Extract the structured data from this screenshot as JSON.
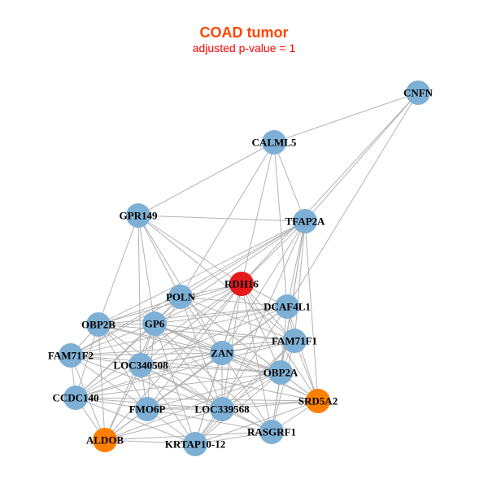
{
  "title": "COAD tumor",
  "subtitle": "adjusted p-value = 1",
  "colors": {
    "default": "#7eb0d5",
    "highlight": "#e41a1c",
    "secondary": "#ff7f00",
    "edge": "#b3b3b3"
  },
  "nodes": [
    {
      "id": "CNFN",
      "label": "CNFN",
      "group": "default"
    },
    {
      "id": "CALML5",
      "label": "CALML5",
      "group": "default"
    },
    {
      "id": "GPR149",
      "label": "GPR149",
      "group": "default"
    },
    {
      "id": "TFAP2A",
      "label": "TFAP2A",
      "group": "default"
    },
    {
      "id": "RDH16",
      "label": "RDH16",
      "group": "highlight"
    },
    {
      "id": "POLN",
      "label": "POLN",
      "group": "default"
    },
    {
      "id": "DCAF4L1",
      "label": "DCAF4L1",
      "group": "default"
    },
    {
      "id": "OBP2B",
      "label": "OBP2B",
      "group": "default"
    },
    {
      "id": "GP6",
      "label": "GP6",
      "group": "default"
    },
    {
      "id": "FAM71F1",
      "label": "FAM71F1",
      "group": "default"
    },
    {
      "id": "FAM71F2",
      "label": "FAM71F2",
      "group": "default"
    },
    {
      "id": "ZAN",
      "label": "ZAN",
      "group": "default"
    },
    {
      "id": "LOC340508",
      "label": "LOC340508",
      "group": "default"
    },
    {
      "id": "OBP2A",
      "label": "OBP2A",
      "group": "default"
    },
    {
      "id": "CCDC140",
      "label": "CCDC140",
      "group": "default"
    },
    {
      "id": "SRD5A2",
      "label": "SRD5A2",
      "group": "secondary"
    },
    {
      "id": "FMO6P",
      "label": "FMO6P",
      "group": "default"
    },
    {
      "id": "LOC339568",
      "label": "LOC339568",
      "group": "default"
    },
    {
      "id": "RASGRF1",
      "label": "RASGRF1",
      "group": "default"
    },
    {
      "id": "ALDOB",
      "label": "ALDOB",
      "group": "secondary"
    },
    {
      "id": "KRTAP10-12",
      "label": "KRTAP10-12",
      "group": "default"
    }
  ],
  "edges": [
    [
      "CNFN",
      "CALML5"
    ],
    [
      "CNFN",
      "TFAP2A"
    ],
    [
      "CNFN",
      "DCAF4L1"
    ],
    [
      "CNFN",
      "RDH16"
    ],
    [
      "CALML5",
      "GPR149"
    ],
    [
      "CALML5",
      "TFAP2A"
    ],
    [
      "CALML5",
      "POLN"
    ],
    [
      "CALML5",
      "RDH16"
    ],
    [
      "CALML5",
      "DCAF4L1"
    ],
    [
      "GPR149",
      "TFAP2A"
    ],
    [
      "GPR149",
      "POLN"
    ],
    [
      "GPR149",
      "GP6"
    ],
    [
      "GPR149",
      "OBP2B"
    ],
    [
      "GPR149",
      "ZAN"
    ],
    [
      "GPR149",
      "RDH16"
    ],
    [
      "GPR149",
      "LOC340508"
    ],
    [
      "GPR149",
      "FAM71F1"
    ],
    [
      "TFAP2A",
      "RDH16"
    ],
    [
      "TFAP2A",
      "POLN"
    ],
    [
      "TFAP2A",
      "DCAF4L1"
    ],
    [
      "TFAP2A",
      "GP6"
    ],
    [
      "TFAP2A",
      "ZAN"
    ],
    [
      "TFAP2A",
      "FAM71F1"
    ],
    [
      "TFAP2A",
      "OBP2A"
    ],
    [
      "TFAP2A",
      "SRD5A2"
    ],
    [
      "TFAP2A",
      "LOC339568"
    ],
    [
      "TFAP2A",
      "OBP2B"
    ],
    [
      "TFAP2A",
      "RASGRF1"
    ],
    [
      "TFAP2A",
      "FAM71F2"
    ],
    [
      "RDH16",
      "POLN"
    ],
    [
      "RDH16",
      "DCAF4L1"
    ],
    [
      "RDH16",
      "GP6"
    ],
    [
      "RDH16",
      "ZAN"
    ],
    [
      "RDH16",
      "OBP2B"
    ],
    [
      "RDH16",
      "LOC340508"
    ],
    [
      "RDH16",
      "FAM71F1"
    ],
    [
      "RDH16",
      "OBP2A"
    ],
    [
      "RDH16",
      "FMO6P"
    ],
    [
      "RDH16",
      "ALDOB"
    ],
    [
      "RDH16",
      "KRTAP10-12"
    ],
    [
      "RDH16",
      "LOC339568"
    ],
    [
      "RDH16",
      "RASGRF1"
    ],
    [
      "RDH16",
      "SRD5A2"
    ],
    [
      "RDH16",
      "CCDC140"
    ],
    [
      "POLN",
      "GP6"
    ],
    [
      "POLN",
      "OBP2B"
    ],
    [
      "POLN",
      "ZAN"
    ],
    [
      "POLN",
      "DCAF4L1"
    ],
    [
      "POLN",
      "FAM71F2"
    ],
    [
      "POLN",
      "LOC340508"
    ],
    [
      "POLN",
      "OBP2A"
    ],
    [
      "POLN",
      "FAM71F1"
    ],
    [
      "POLN",
      "CCDC140"
    ],
    [
      "POLN",
      "LOC339568"
    ],
    [
      "POLN",
      "SRD5A2"
    ],
    [
      "DCAF4L1",
      "GP6"
    ],
    [
      "DCAF4L1",
      "ZAN"
    ],
    [
      "DCAF4L1",
      "OBP2B"
    ],
    [
      "DCAF4L1",
      "FAM71F1"
    ],
    [
      "DCAF4L1",
      "OBP2A"
    ],
    [
      "DCAF4L1",
      "LOC340508"
    ],
    [
      "DCAF4L1",
      "FMO6P"
    ],
    [
      "DCAF4L1",
      "ALDOB"
    ],
    [
      "DCAF4L1",
      "KRTAP10-12"
    ],
    [
      "DCAF4L1",
      "SRD5A2"
    ],
    [
      "DCAF4L1",
      "FAM71F2"
    ],
    [
      "OBP2B",
      "GP6"
    ],
    [
      "OBP2B",
      "FAM71F2"
    ],
    [
      "OBP2B",
      "ZAN"
    ],
    [
      "OBP2B",
      "LOC340508"
    ],
    [
      "OBP2B",
      "FAM71F1"
    ],
    [
      "OBP2B",
      "CCDC140"
    ],
    [
      "OBP2B",
      "OBP2A"
    ],
    [
      "OBP2B",
      "FMO6P"
    ],
    [
      "OBP2B",
      "ALDOB"
    ],
    [
      "OBP2B",
      "LOC339568"
    ],
    [
      "GP6",
      "ZAN"
    ],
    [
      "GP6",
      "LOC340508"
    ],
    [
      "GP6",
      "FAM71F2"
    ],
    [
      "GP6",
      "FAM71F1"
    ],
    [
      "GP6",
      "OBP2A"
    ],
    [
      "GP6",
      "CCDC140"
    ],
    [
      "GP6",
      "FMO6P"
    ],
    [
      "GP6",
      "ALDOB"
    ],
    [
      "GP6",
      "KRTAP10-12"
    ],
    [
      "GP6",
      "LOC339568"
    ],
    [
      "GP6",
      "RASGRF1"
    ],
    [
      "GP6",
      "SRD5A2"
    ],
    [
      "FAM71F1",
      "ZAN"
    ],
    [
      "FAM71F1",
      "OBP2A"
    ],
    [
      "FAM71F1",
      "LOC340508"
    ],
    [
      "FAM71F1",
      "SRD5A2"
    ],
    [
      "FAM71F1",
      "LOC339568"
    ],
    [
      "FAM71F1",
      "FAM71F2"
    ],
    [
      "FAM71F1",
      "RASGRF1"
    ],
    [
      "FAM71F1",
      "KRTAP10-12"
    ],
    [
      "FAM71F1",
      "CCDC140"
    ],
    [
      "FAM71F2",
      "LOC340508"
    ],
    [
      "FAM71F2",
      "ZAN"
    ],
    [
      "FAM71F2",
      "CCDC140"
    ],
    [
      "FAM71F2",
      "FMO6P"
    ],
    [
      "FAM71F2",
      "ALDOB"
    ],
    [
      "FAM71F2",
      "OBP2A"
    ],
    [
      "FAM71F2",
      "LOC339568"
    ],
    [
      "ZAN",
      "LOC340508"
    ],
    [
      "ZAN",
      "OBP2A"
    ],
    [
      "ZAN",
      "LOC339568"
    ],
    [
      "ZAN",
      "FMO6P"
    ],
    [
      "ZAN",
      "CCDC140"
    ],
    [
      "ZAN",
      "SRD5A2"
    ],
    [
      "ZAN",
      "RASGRF1"
    ],
    [
      "ZAN",
      "KRTAP10-12"
    ],
    [
      "ZAN",
      "ALDOB"
    ],
    [
      "LOC340508",
      "CCDC140"
    ],
    [
      "LOC340508",
      "FMO6P"
    ],
    [
      "LOC340508",
      "ALDOB"
    ],
    [
      "LOC340508",
      "LOC339568"
    ],
    [
      "LOC340508",
      "OBP2A"
    ],
    [
      "LOC340508",
      "KRTAP10-12"
    ],
    [
      "LOC340508",
      "RASGRF1"
    ],
    [
      "LOC340508",
      "SRD5A2"
    ],
    [
      "OBP2A",
      "SRD5A2"
    ],
    [
      "OBP2A",
      "LOC339568"
    ],
    [
      "OBP2A",
      "RASGRF1"
    ],
    [
      "OBP2A",
      "FMO6P"
    ],
    [
      "OBP2A",
      "KRTAP10-12"
    ],
    [
      "OBP2A",
      "CCDC140"
    ],
    [
      "OBP2A",
      "ALDOB"
    ],
    [
      "CCDC140",
      "FMO6P"
    ],
    [
      "CCDC140",
      "ALDOB"
    ],
    [
      "CCDC140",
      "LOC339568"
    ],
    [
      "CCDC140",
      "KRTAP10-12"
    ],
    [
      "CCDC140",
      "SRD5A2"
    ],
    [
      "SRD5A2",
      "LOC339568"
    ],
    [
      "SRD5A2",
      "RASGRF1"
    ],
    [
      "SRD5A2",
      "FMO6P"
    ],
    [
      "SRD5A2",
      "KRTAP10-12"
    ],
    [
      "FMO6P",
      "LOC339568"
    ],
    [
      "FMO6P",
      "ALDOB"
    ],
    [
      "FMO6P",
      "KRTAP10-12"
    ],
    [
      "FMO6P",
      "RASGRF1"
    ],
    [
      "LOC339568",
      "RASGRF1"
    ],
    [
      "LOC339568",
      "KRTAP10-12"
    ],
    [
      "LOC339568",
      "ALDOB"
    ],
    [
      "RASGRF1",
      "KRTAP10-12"
    ],
    [
      "RASGRF1",
      "ALDOB"
    ],
    [
      "ALDOB",
      "KRTAP10-12"
    ]
  ]
}
